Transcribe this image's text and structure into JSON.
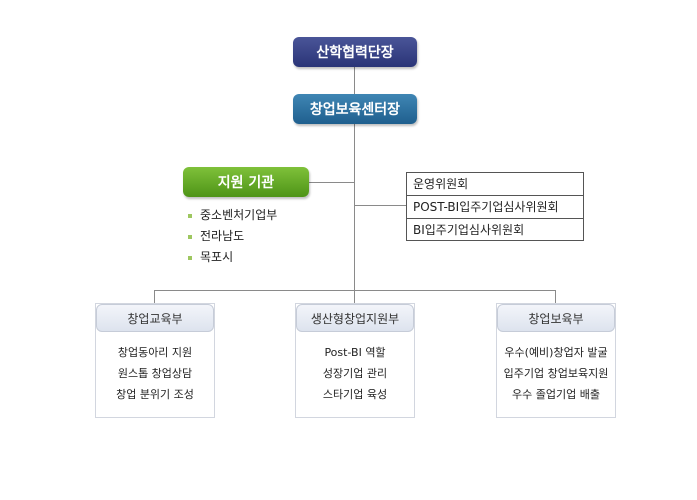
{
  "top": {
    "label": "산학협력단장"
  },
  "center": {
    "label": "창업보육센터장"
  },
  "support": {
    "label": "지원 기관",
    "items": [
      "중소벤처기업부",
      "전라남도",
      "목포시"
    ]
  },
  "committees": [
    "운영위원회",
    "POST-BI입주기업심사위원회",
    "BI입주기업심사위원회"
  ],
  "departments": [
    {
      "title": "창업교육부",
      "items": [
        "창업동아리 지원",
        "원스톱 창업상담",
        "창업 분위기 조성"
      ]
    },
    {
      "title": "생산형창업지원부",
      "items": [
        "Post-BI 역할",
        "성장기업 관리",
        "스타기업 육성"
      ]
    },
    {
      "title": "창업보육부",
      "items": [
        "우수(예비)창업자 발굴",
        "입주기업 창업보육지원",
        "우수 졸업기업 배출"
      ]
    }
  ],
  "colors": {
    "top": "#2f3a7e",
    "center": "#2c6f9c",
    "support": "#5fa524",
    "bullet": "#9ec760"
  }
}
